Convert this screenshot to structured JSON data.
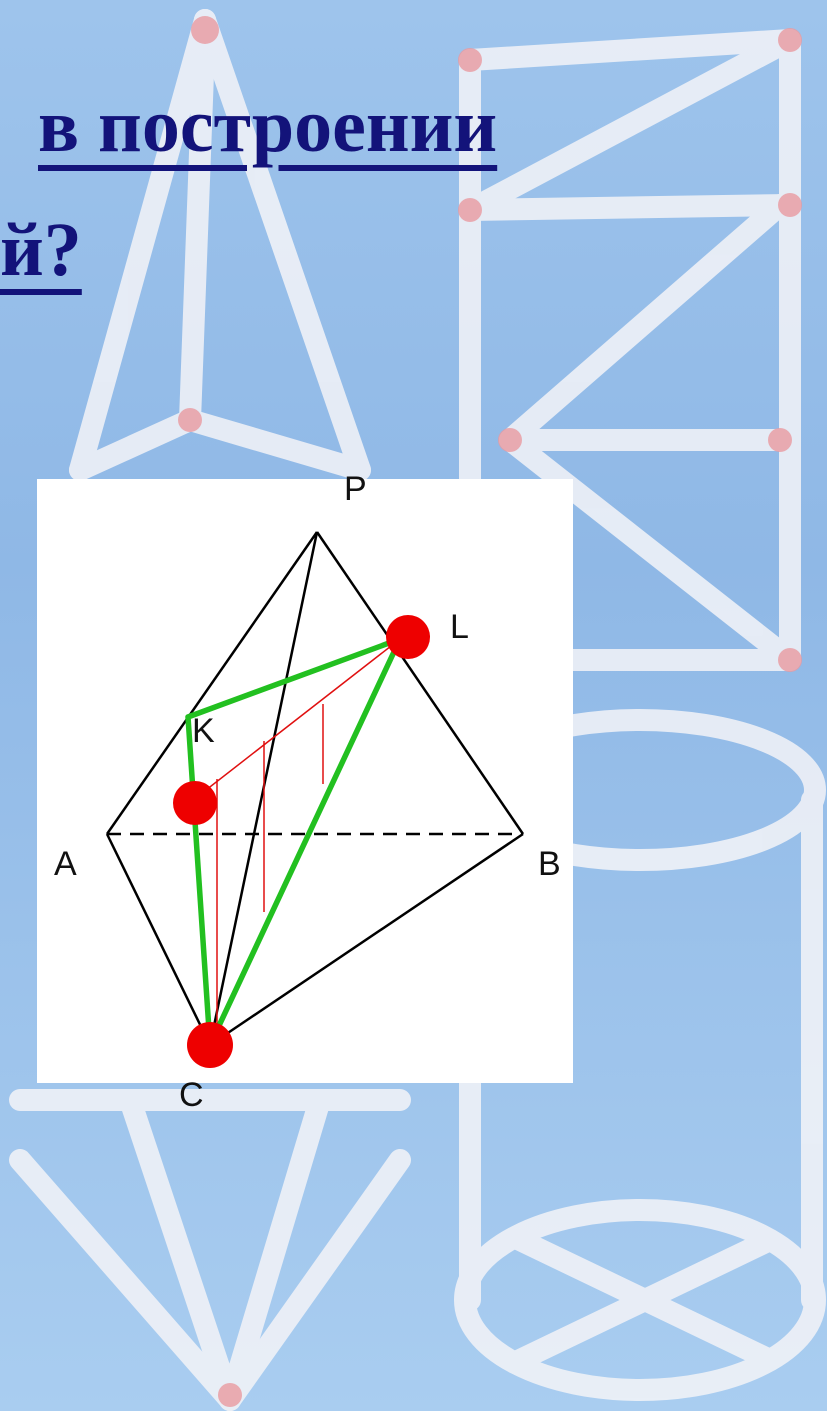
{
  "title": {
    "line1": "в построении",
    "line2": "й?"
  },
  "diagram": {
    "vertices": {
      "P": "P",
      "L": "L",
      "K": "K",
      "A": "A",
      "B": "B",
      "C": "C"
    },
    "colors": {
      "edges": "#000000",
      "section": "#22c020",
      "construction": "#e01010",
      "points": "#ee0000",
      "title": "#13137a",
      "background": "#9ec4ec"
    }
  }
}
